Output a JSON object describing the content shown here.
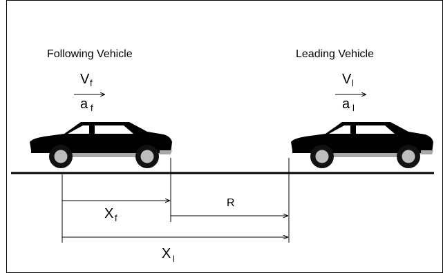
{
  "following_vehicle": {
    "title": "Following Vehicle",
    "velocity": {
      "symbol": "V",
      "subscript": "f"
    },
    "acceleration": {
      "symbol": "a",
      "subscript": "f"
    }
  },
  "leading_vehicle": {
    "title": "Leading Vehicle",
    "velocity": {
      "symbol": "V",
      "subscript": "l"
    },
    "acceleration": {
      "symbol": "a",
      "subscript": "l"
    }
  },
  "dimensions": {
    "x_f": {
      "symbol": "X",
      "subscript": "f"
    },
    "r": {
      "symbol": "R"
    },
    "x_l": {
      "symbol": "X",
      "subscript": "l"
    }
  },
  "colors": {
    "line": "#000000",
    "car_body": "#000000",
    "car_window": "#ffffff",
    "rocker_panel": "#a8a8a8",
    "wheel_tire": "#111111",
    "wheel_rim": "#bdbdbd",
    "background": "#ffffff",
    "border": "#000000"
  }
}
